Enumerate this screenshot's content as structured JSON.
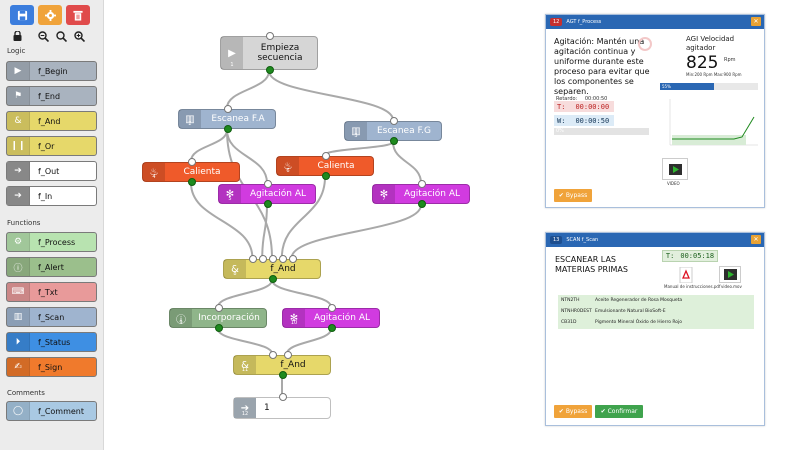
{
  "toolbar": {
    "save_icon": "save-icon",
    "settings_icon": "gear-icon",
    "delete_icon": "trash-icon",
    "colors": {
      "save": "#3b7ddd",
      "settings": "#f0a33a",
      "delete": "#e04b4b"
    }
  },
  "sidebar": {
    "sections": {
      "logic": "Logic",
      "functions": "Functions",
      "comments": "Comments"
    },
    "logic_items": [
      {
        "label": "f_Begin",
        "icon": "play-icon",
        "color": "#a9b3bf"
      },
      {
        "label": "f_End",
        "icon": "flag-icon",
        "color": "#a9b3bf"
      },
      {
        "label": "f_And",
        "icon": "ampersand-icon",
        "color": "#e6d86a"
      },
      {
        "label": "f_Or",
        "icon": "pause-bars-icon",
        "color": "#e6d86a"
      },
      {
        "label": "f_Out",
        "icon": "arrow-circle-icon",
        "color": "#ffffff"
      },
      {
        "label": "f_In",
        "icon": "arrow-circle-icon",
        "color": "#ffffff"
      }
    ],
    "function_items": [
      {
        "label": "f_Process",
        "icon": "gears-icon",
        "color": "#b8e3b0"
      },
      {
        "label": "f_Alert",
        "icon": "info-icon",
        "color": "#9bbf8c"
      },
      {
        "label": "f_Txt",
        "icon": "keyboard-icon",
        "color": "#e89a9a"
      },
      {
        "label": "f_Scan",
        "icon": "barcode-icon",
        "color": "#9fb4cf"
      },
      {
        "label": "f_Status",
        "icon": "status-icon",
        "color": "#3e8fe3"
      },
      {
        "label": "f_Sign",
        "icon": "signature-icon",
        "color": "#f07a2c"
      }
    ],
    "comment_items": [
      {
        "label": "f_Comment",
        "icon": "speech-bubble-icon",
        "color": "#a9c9e3"
      }
    ]
  },
  "flow": {
    "nodes": [
      {
        "label": "Empieza\nsecuencia",
        "num": "1",
        "icon": "play-icon",
        "color": "#d6d6d6",
        "text_color": "#111"
      },
      {
        "label": "Escanea F.A",
        "num": "2",
        "icon": "barcode-icon",
        "color": "#9fb4cf",
        "text_color": "#fff"
      },
      {
        "label": "Escanea F.G",
        "num": "3",
        "icon": "barcode-icon",
        "color": "#9fb4cf",
        "text_color": "#fff"
      },
      {
        "label": "Calienta",
        "num": "4",
        "icon": "thermo-icon",
        "color": "#ef5a2a",
        "text_color": "#fff"
      },
      {
        "label": "Agitación AL",
        "num": "5",
        "icon": "mixer-icon",
        "color": "#d13be0",
        "text_color": "#fff"
      },
      {
        "label": "Calienta",
        "num": "6",
        "icon": "thermo-icon",
        "color": "#ef5a2a",
        "text_color": "#fff"
      },
      {
        "label": "Agitación AL",
        "num": "7",
        "icon": "mixer-icon",
        "color": "#d13be0",
        "text_color": "#fff"
      },
      {
        "label": "f_And",
        "num": "8",
        "icon": "ampersand-icon",
        "color": "#e6d86a",
        "text_color": "#111"
      },
      {
        "label": "Incorporación",
        "num": "9",
        "icon": "info-icon",
        "color": "#8fb58a",
        "text_color": "#fff"
      },
      {
        "label": "Agitación AL",
        "num": "10",
        "icon": "mixer-icon",
        "color": "#d13be0",
        "text_color": "#fff"
      },
      {
        "label": "f_And",
        "num": "11",
        "icon": "ampersand-icon",
        "color": "#e6d86a",
        "text_color": "#111"
      },
      {
        "label": "1",
        "num": "12",
        "icon": "arrow-circle-icon",
        "color": "#ffffff",
        "text_color": "#111"
      }
    ]
  },
  "process_panel": {
    "header_id": "12",
    "header_title": "AGT  f_Process",
    "description": "Agitación: Mantén una agitación continua y uniforme durante este proceso para evitar que los componentes se separen.",
    "retardo_label": "Retardo:",
    "retardo_value": "00:00:50",
    "t_label": "T:",
    "t_value": "00:00:00",
    "w_label": "W:",
    "w_value": "00:00:50",
    "bar_text": "0%",
    "speed_title": "AGI Velocidad agitador",
    "speed_value": "825",
    "speed_unit": "Rpm",
    "speed_range": "Min:200 Rpm Max:900 Rpm",
    "speed_progress": 0.55,
    "speed_progress_label": "55%",
    "video_label": "VIDEO",
    "bypass_label": "Bypass"
  },
  "scan_panel": {
    "header_id": "13",
    "header_title": "SCAN  f_Scan",
    "title": "ESCANEAR LAS MATERIAS PRIMAS",
    "t_label": "T:",
    "t_value": "00:05:18",
    "pdf_label": "Manual de instrucciones.pdf",
    "video_label": "video.mov",
    "rows": [
      {
        "code": "NTN2TH",
        "name": "Aceite Regenerador de Rosa Mosqueta"
      },
      {
        "code": "NTNHR0DEST",
        "name": "Emulsionante Natural BioSoft-E"
      },
      {
        "code": "CB31D",
        "name": "Pigmento Mineral Óxido de Hierro Rojo"
      }
    ],
    "bypass_label": "Bypass",
    "confirm_label": "Confirmar"
  }
}
